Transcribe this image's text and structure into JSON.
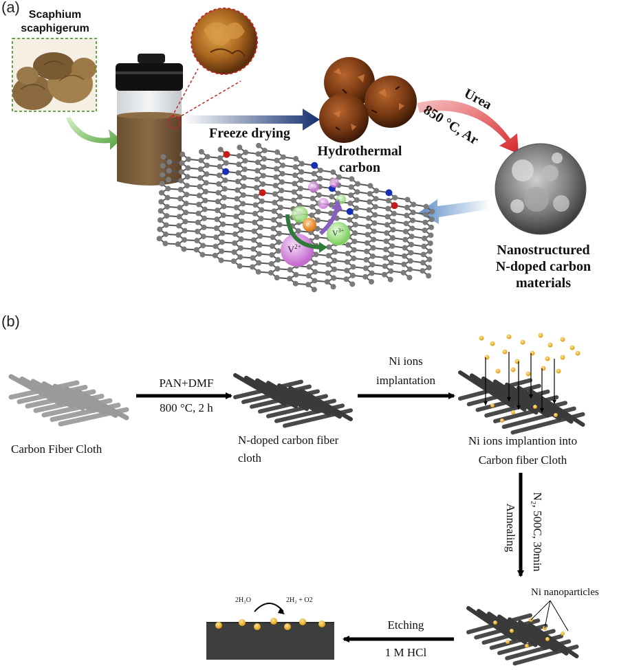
{
  "panel_a": {
    "label": "(a)",
    "source_label_line1": "Scaphium",
    "source_label_line2": "scaphigerum",
    "freeze_drying": "Freeze drying",
    "hydrothermal_line1": "Hydrothermal",
    "hydrothermal_line2": "carbon",
    "urea": "Urea",
    "conditions": "850 °C, Ar",
    "product_line1": "Nanostructured",
    "product_line2": "N-doped carbon",
    "product_line3": "materials",
    "ion_v2": "V",
    "ion_v2_sup": "2+",
    "ion_v3": "V",
    "ion_v3_sup": "3+",
    "electron": "e",
    "electron_sup": "-"
  },
  "panel_b": {
    "label": "(b)",
    "step1_label": "Carbon Fiber Cloth",
    "arrow1_top": "PAN+DMF",
    "arrow1_bottom": "800 °C, 2 h",
    "step2_line1": "N-doped carbon fiber",
    "step2_line2": "cloth",
    "arrow2_top_line1": "Ni ions",
    "arrow2_top_line2": "implantation",
    "step3_line1": "Ni ions implantion into",
    "step3_line2": "Carbon fiber Cloth",
    "arrow3_left": "Annealing",
    "arrow3_right": "N₂, 500C, 30min",
    "ni_nanoparticles": "Ni nanoparticles",
    "arrow4_top": "Etching",
    "arrow4_bottom": "1 M HCl",
    "reaction_left": "2H₂O",
    "reaction_right": "2H₂ + O2"
  }
}
